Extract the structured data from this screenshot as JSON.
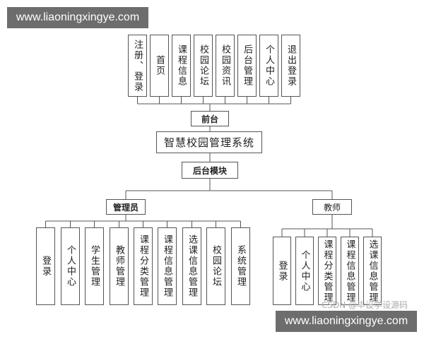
{
  "watermark_top": "www.liaoningxingye.com",
  "watermark_bottom": "www.liaoningxingye.com",
  "csdn_watermark": "CSDN @毕设学设源码",
  "top_items": [
    "注册、登录",
    "首页",
    "课程信息",
    "校园论坛",
    "校园资讯",
    "后台管理",
    "个人中心",
    "退出登录"
  ],
  "qiantai": "前台",
  "system": "智慧校园管理系统",
  "houtai": "后台模块",
  "admin": {
    "label": "管理员",
    "items": [
      "登录",
      "个人中心",
      "学生管理",
      "教师管理",
      "课程分类管理",
      "课程信息管理",
      "选课信息管理",
      "校园论坛",
      "系统管理"
    ]
  },
  "teacher": {
    "label": "教师",
    "items": [
      "登录",
      "个人中心",
      "课程分类管理",
      "课程信息管理",
      "选课信息管理"
    ]
  }
}
